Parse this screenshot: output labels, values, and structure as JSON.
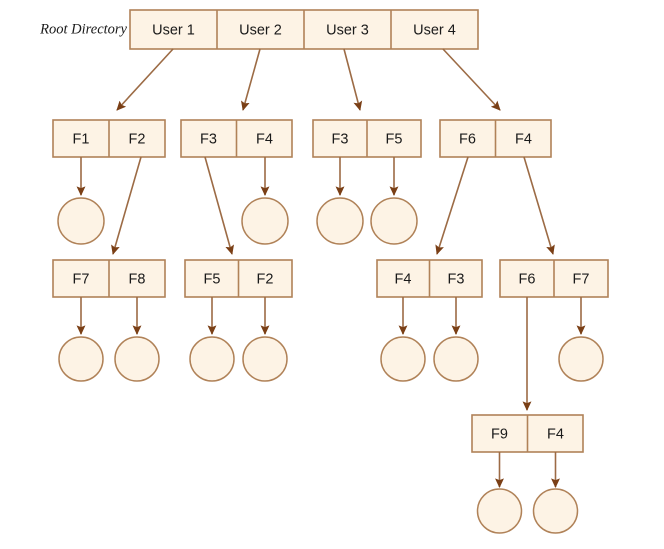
{
  "diagram": {
    "title_label": "Root Directory",
    "type": "tree-diagram",
    "colors": {
      "node_fill": "#fdf3e5",
      "node_stroke": "#b08258",
      "link_stroke": "#9c6b45",
      "arrow_head": "#7a3f16",
      "text": "#1a1a1a",
      "background": "#ffffff"
    },
    "root": {
      "name": "root-directory-row",
      "cells": [
        {
          "label": "User 1"
        },
        {
          "label": "User 2"
        },
        {
          "label": "User 3"
        },
        {
          "label": "User 4"
        }
      ]
    },
    "level2": [
      {
        "name": "user1-directory",
        "cells": [
          {
            "label": "F1"
          },
          {
            "label": "F2"
          }
        ]
      },
      {
        "name": "user2-directory",
        "cells": [
          {
            "label": "F3"
          },
          {
            "label": "F4"
          }
        ]
      },
      {
        "name": "user3-directory",
        "cells": [
          {
            "label": "F3"
          },
          {
            "label": "F5"
          }
        ]
      },
      {
        "name": "user4-directory",
        "cells": [
          {
            "label": "F6"
          },
          {
            "label": "F4"
          }
        ]
      }
    ],
    "level3": [
      {
        "name": "f2-subdirectory",
        "cells": [
          {
            "label": "F7"
          },
          {
            "label": "F8"
          }
        ]
      },
      {
        "name": "f3-subdirectory",
        "cells": [
          {
            "label": "F5"
          },
          {
            "label": "F2"
          }
        ]
      },
      {
        "name": "f6-subdirectory",
        "cells": [
          {
            "label": "F4"
          },
          {
            "label": "F3"
          }
        ]
      },
      {
        "name": "f4-subdirectory",
        "cells": [
          {
            "label": "F6"
          },
          {
            "label": "F7"
          }
        ]
      }
    ],
    "level4": [
      {
        "name": "f6-deep-subdirectory",
        "cells": [
          {
            "label": "F9"
          },
          {
            "label": "F4"
          }
        ]
      }
    ],
    "file_node_count": 13
  }
}
